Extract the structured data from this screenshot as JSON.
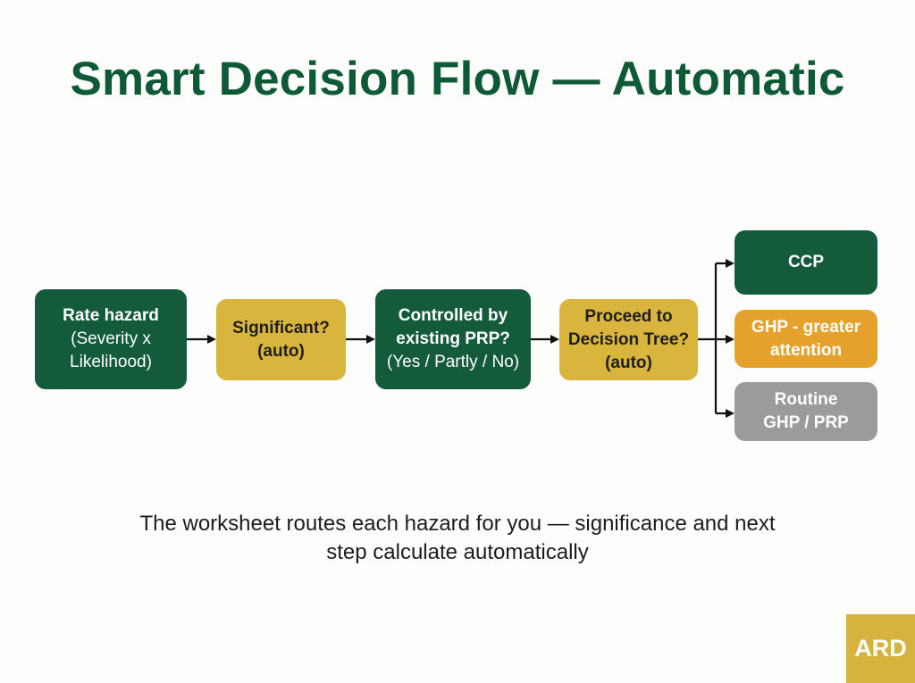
{
  "title": "Smart Decision Flow — Automatic",
  "colors": {
    "green": "#135b3b",
    "yellow": "#d9b53e",
    "orange": "#e4a12c",
    "gray": "#9b9b9b",
    "title": "#0f5a36"
  },
  "flow": {
    "rate": {
      "line1": "Rate hazard",
      "line2": "(Severity x",
      "line3": "Likelihood)"
    },
    "significant": {
      "line1": "Significant?",
      "line2": "(auto)"
    },
    "controlled": {
      "line1": "Controlled by",
      "line2": "existing PRP?",
      "line3": "(Yes / Partly / No)"
    },
    "proceed": {
      "line1": "Proceed to",
      "line2": "Decision Tree?",
      "line3": "(auto)"
    }
  },
  "outcomes": {
    "ccp": {
      "line1": "CCP"
    },
    "ghp": {
      "line1": "GHP - greater",
      "line2": "attention"
    },
    "routine": {
      "line1": "Routine",
      "line2": "GHP / PRP"
    }
  },
  "caption": {
    "line1": "The worksheet routes each hazard for you — significance and next",
    "line2": "step calculate automatically"
  },
  "badge": "ARD"
}
